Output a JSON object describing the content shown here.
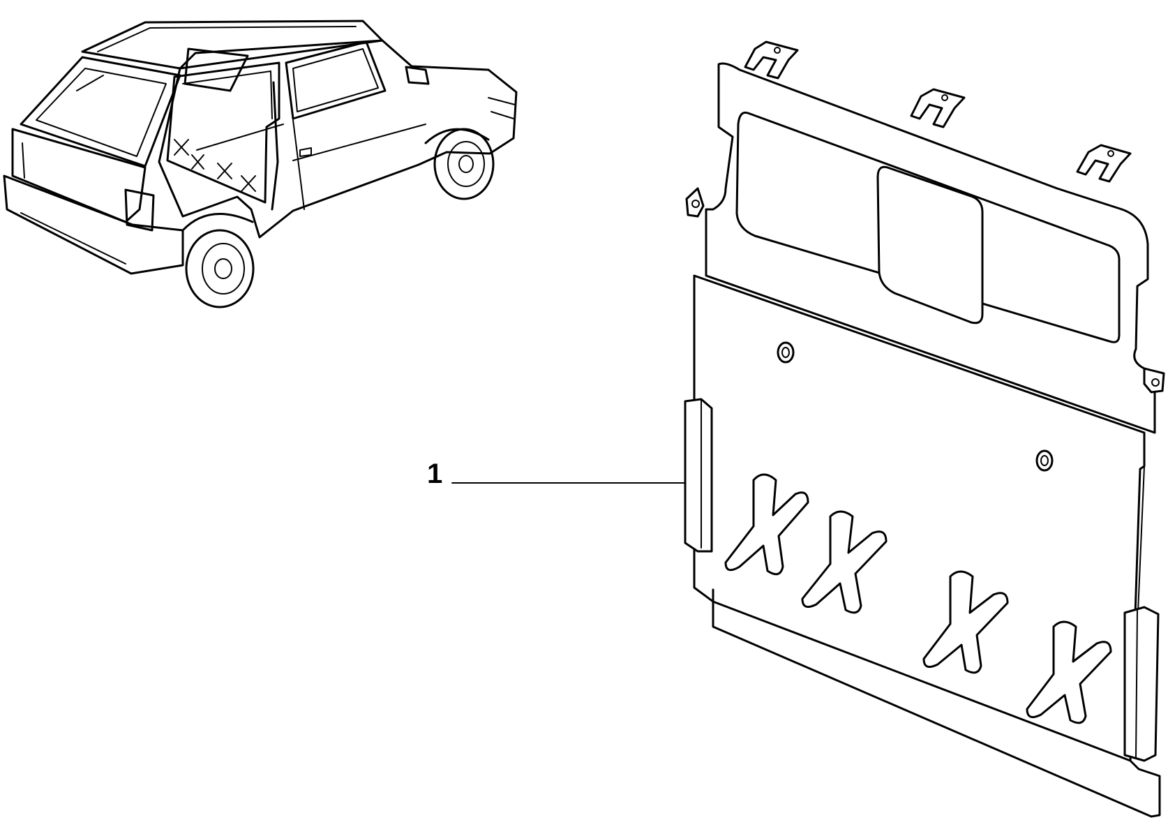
{
  "callouts": [
    {
      "number": "1",
      "part": "partition-panel"
    }
  ],
  "icons": [
    "car-location-icon",
    "partition-panel-illustration"
  ]
}
